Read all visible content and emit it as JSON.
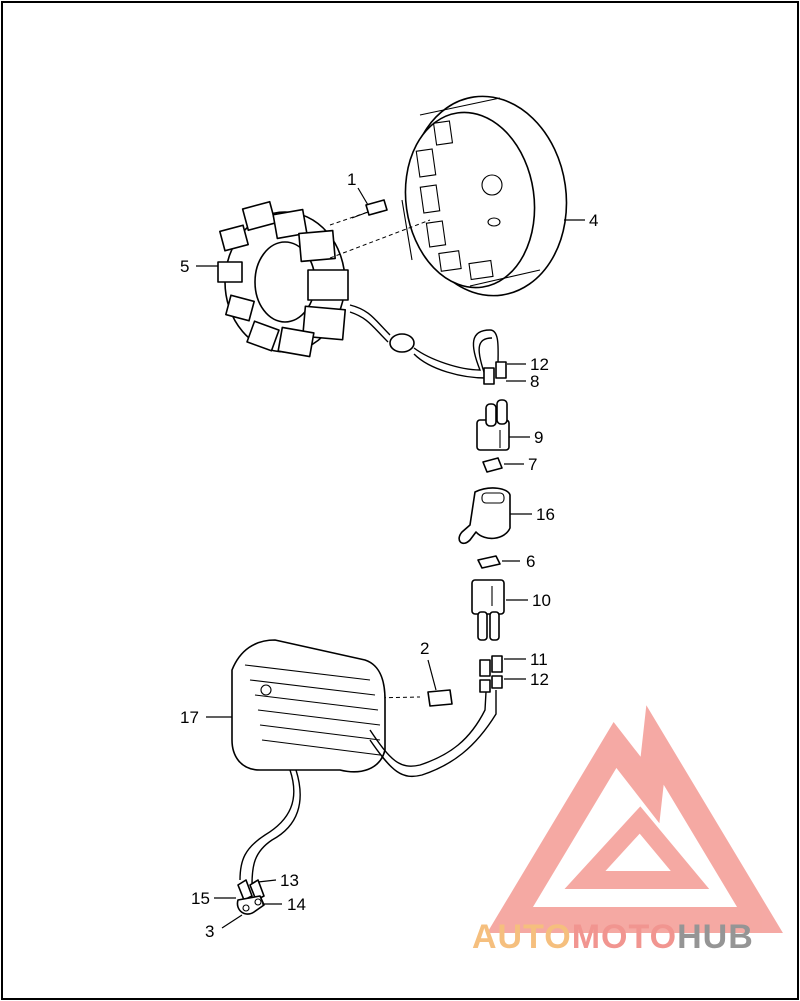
{
  "diagram": {
    "callouts": [
      {
        "id": "c1",
        "label": "1"
      },
      {
        "id": "c2",
        "label": "2"
      },
      {
        "id": "c3",
        "label": "3"
      },
      {
        "id": "c4",
        "label": "4"
      },
      {
        "id": "c5",
        "label": "5"
      },
      {
        "id": "c6",
        "label": "6"
      },
      {
        "id": "c7",
        "label": "7"
      },
      {
        "id": "c8",
        "label": "8"
      },
      {
        "id": "c9",
        "label": "9"
      },
      {
        "id": "c10",
        "label": "10"
      },
      {
        "id": "c11",
        "label": "11"
      },
      {
        "id": "c12a",
        "label": "12"
      },
      {
        "id": "c12b",
        "label": "12"
      },
      {
        "id": "c13",
        "label": "13"
      },
      {
        "id": "c14",
        "label": "14"
      },
      {
        "id": "c15",
        "label": "15"
      },
      {
        "id": "c16",
        "label": "16"
      },
      {
        "id": "c17",
        "label": "17"
      }
    ]
  },
  "watermark": {
    "brand_part1": "AUTO",
    "brand_part2": "MOTO",
    "brand_part3": "HUB",
    "color_part1": "#f5b971",
    "color_part2": "#f08a84",
    "color_part3": "#8a8a8a",
    "triangle_color": "#f4a09a"
  }
}
